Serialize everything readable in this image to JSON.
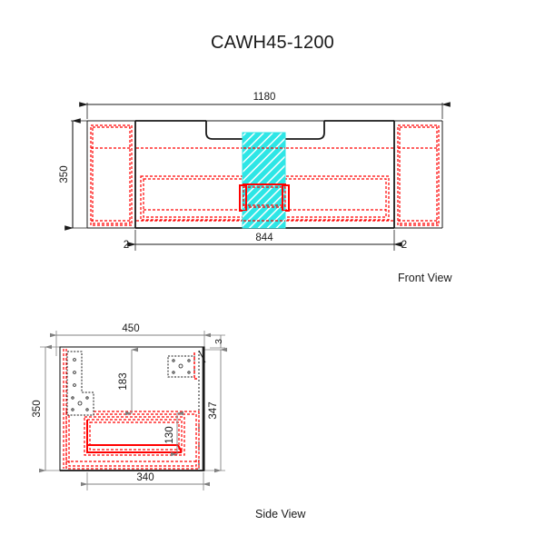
{
  "title": "CAWH45-1200",
  "views": {
    "front": {
      "label": "Front View",
      "dimensions": {
        "overall_width": "1180",
        "height": "350",
        "inner_width": "844",
        "left_gap": "2",
        "right_gap": "2"
      }
    },
    "side": {
      "label": "Side View",
      "dimensions": {
        "depth": "450",
        "top_offset": "3",
        "height": "350",
        "body_height": "347",
        "upper_inner": "183",
        "drawer_height": "130",
        "bottom_width": "340"
      }
    }
  },
  "colors": {
    "outline": "#1a1a1a",
    "hidden_red": "#ff0000",
    "hatch_cyan": "#2ee6e6",
    "dimension_gray": "#808080"
  },
  "chart_data": {
    "type": "table",
    "title": "CAWH45-1200",
    "categories": [
      "Front View",
      "Side View"
    ],
    "series": [
      {
        "name": "Front View",
        "labels": [
          "1180",
          "350",
          "844",
          "2",
          "2"
        ],
        "values": [
          1180,
          350,
          844,
          2,
          2
        ]
      },
      {
        "name": "Side View",
        "labels": [
          "450",
          "3",
          "350",
          "347",
          "183",
          "130",
          "340"
        ],
        "values": [
          450,
          3,
          350,
          347,
          183,
          130,
          340
        ]
      }
    ]
  }
}
